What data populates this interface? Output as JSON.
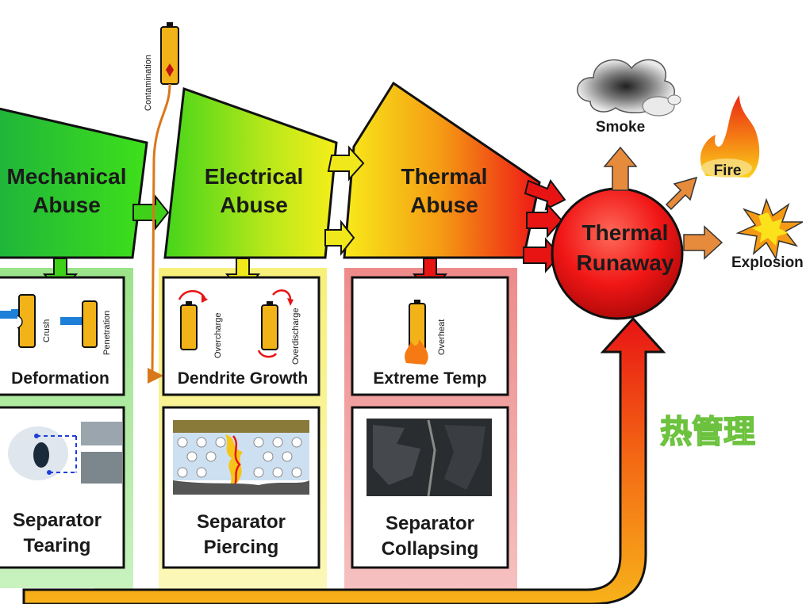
{
  "stages": {
    "mechanical": {
      "title_line1": "Mechanical",
      "title_line2": "Abuse"
    },
    "electrical": {
      "title_line1": "Electrical",
      "title_line2": "Abuse"
    },
    "thermal": {
      "title_line1": "Thermal",
      "title_line2": "Abuse"
    }
  },
  "contamination_label": "Contamination",
  "runaway": {
    "line1": "Thermal",
    "line2": "Runaway"
  },
  "outcomes": {
    "smoke": "Smoke",
    "fire": "Fire",
    "explosion": "Explosion"
  },
  "mechanical_box": {
    "crush_label": "Crush",
    "penetration_label": "Penetration",
    "title": "Deformation",
    "separator_line1": "Separator",
    "separator_line2": "Tearing"
  },
  "electrical_box": {
    "overcharge_label": "Overcharge",
    "overdischarge_label": "Overdischarge",
    "title": "Dendrite Growth",
    "separator_line1": "Separator",
    "separator_line2": "Piercing"
  },
  "thermal_box": {
    "overheat_label": "Overheat",
    "title": "Extreme Temp",
    "separator_line1": "Separator",
    "separator_line2": "Collapsing"
  },
  "thermal_management_label": "热管理",
  "colors": {
    "green": "#22c21a",
    "yellow": "#f0e81a",
    "red": "#e81414",
    "orange": "#e87a2a",
    "battery": "#f2b318"
  }
}
